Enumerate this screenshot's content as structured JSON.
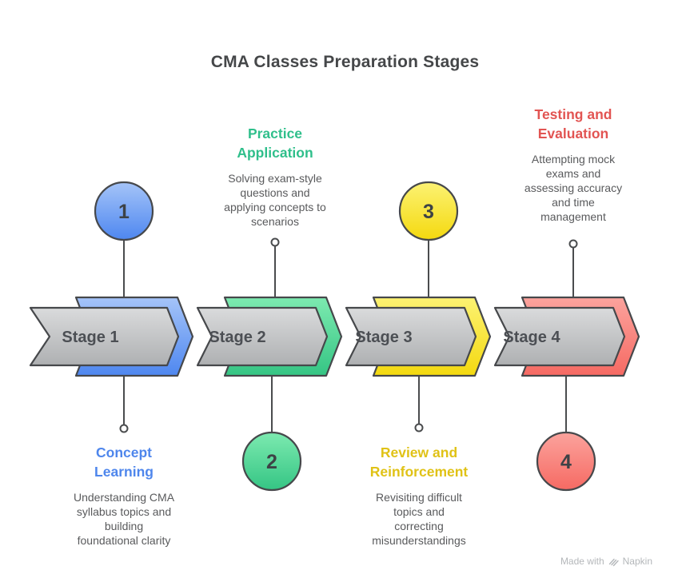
{
  "title": "CMA Classes Preparation Stages",
  "credit": {
    "prefix": "Made with",
    "brand": "Napkin"
  },
  "colors": {
    "outline": "#46484b",
    "band_top": "#dadbdc",
    "band_bottom": "#aeb0b2",
    "stage_label_text": "#4c4f54",
    "description_text": "#595a5c",
    "title_text": "#454749"
  },
  "stages": [
    {
      "arrow_label": "Stage 1",
      "number": "1",
      "accent": "#4e86ec",
      "gradient_top": "#a5c4f8",
      "gradient_bottom": "#4e87f0",
      "heading": "Concept Learning",
      "heading_lines": [
        "Concept",
        "Learning"
      ],
      "description": "Understanding CMA syllabus topics and building foundational clarity",
      "desc_lines": [
        "Understanding CMA",
        "syllabus topics and",
        "building",
        "foundational clarity"
      ]
    },
    {
      "arrow_label": "Stage 2",
      "number": "2",
      "accent": "#2fbf8b",
      "gradient_top": "#7deab0",
      "gradient_bottom": "#35c584",
      "heading": "Practice Application",
      "heading_lines": [
        "Practice",
        "Application"
      ],
      "description": "Solving exam-style questions and applying concepts to scenarios",
      "desc_lines": [
        "Solving exam-style",
        "questions and",
        "applying concepts to",
        "scenarios"
      ]
    },
    {
      "arrow_label": "Stage 3",
      "number": "3",
      "accent": "#e0c216",
      "gradient_top": "#fcf273",
      "gradient_bottom": "#f4d90f",
      "heading": "Review and Reinforcement",
      "heading_lines": [
        "Review and",
        "Reinforcement"
      ],
      "description": "Revisiting difficult topics and correcting misunderstandings",
      "desc_lines": [
        "Revisiting difficult",
        "topics and",
        "correcting",
        "misunderstandings"
      ]
    },
    {
      "arrow_label": "Stage 4",
      "number": "4",
      "accent": "#e25452",
      "gradient_top": "#fba39d",
      "gradient_bottom": "#f66a63",
      "heading": "Testing and Evaluation",
      "heading_lines": [
        "Testing and",
        "Evaluation"
      ],
      "description": "Attempting mock exams and assessing accuracy and time management",
      "desc_lines": [
        "Attempting mock",
        "exams and",
        "assessing accuracy",
        "and time",
        "management"
      ]
    }
  ]
}
